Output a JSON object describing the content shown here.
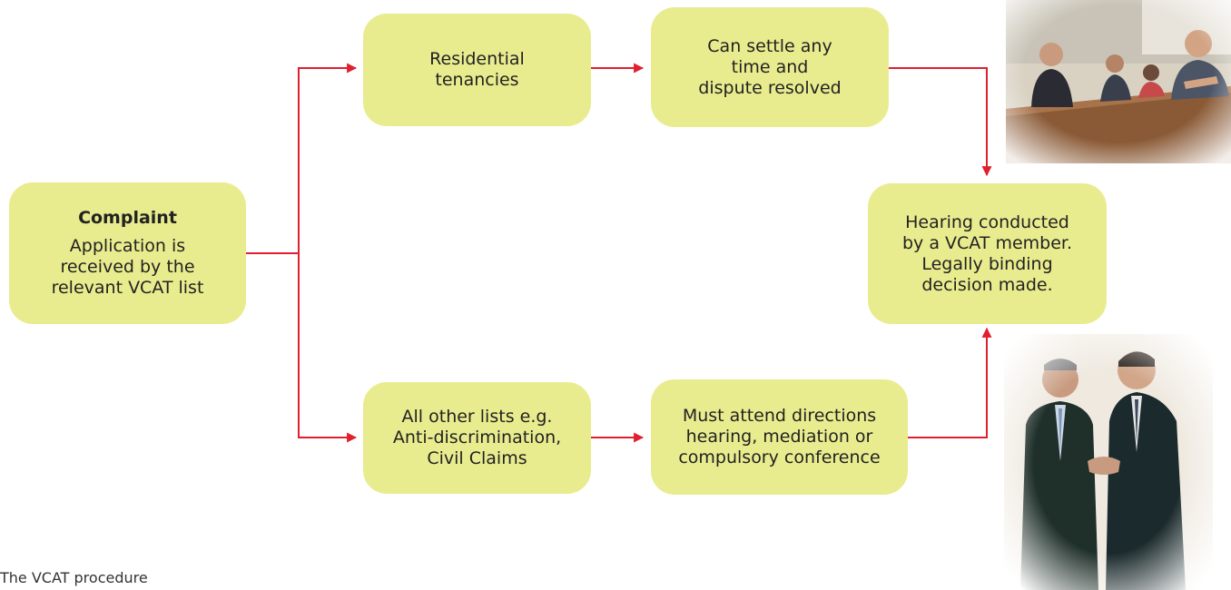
{
  "boxes": {
    "complaint": {
      "heading": "Complaint",
      "lines": [
        "Application is",
        "received by the",
        "relevant VCAT list"
      ]
    },
    "residential": {
      "lines": [
        "Residential",
        "tenancies"
      ]
    },
    "settle": {
      "lines": [
        "Can settle any",
        "time and",
        "dispute resolved"
      ]
    },
    "hearing": {
      "lines": [
        "Hearing conducted",
        "by a VCAT member.",
        "Legally binding",
        "decision made."
      ]
    },
    "other_lists": {
      "lines": [
        "All other lists e.g.",
        "Anti-discrimination,",
        "Civil Claims"
      ]
    },
    "directions": {
      "lines": [
        "Must attend directions",
        "hearing, mediation or",
        "compulsory conference"
      ]
    }
  },
  "caption": "The VCAT procedure",
  "colors": {
    "box_fill": "#e9ec8e",
    "arrow": "#e0202e"
  },
  "photos": [
    "meeting-photo",
    "handshake-photo"
  ]
}
